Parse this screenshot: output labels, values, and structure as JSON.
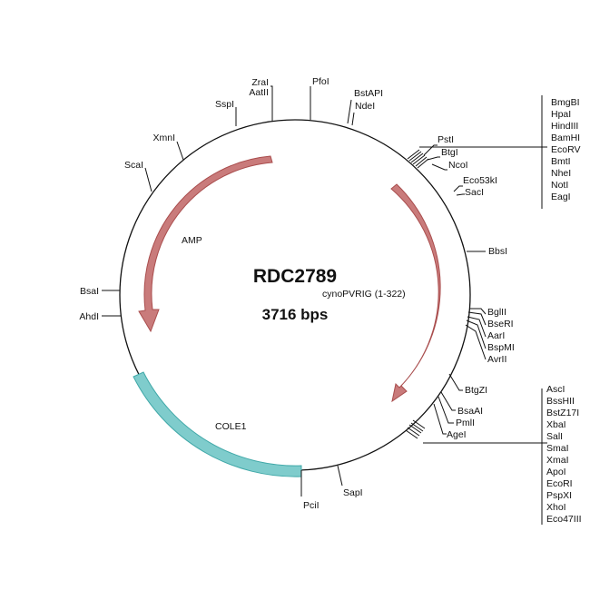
{
  "title": "RDC2789",
  "subtitle": "3716 bps",
  "colors": {
    "backbone": "#111111",
    "feature_arrow_fill": "#c97b7b",
    "feature_arrow_stroke": "#a94d4d",
    "ori_fill": "#7fcccc",
    "ori_stroke": "#40a8a8"
  },
  "features": [
    {
      "name": "AMP",
      "type": "arrow"
    },
    {
      "name": "cynoPVRIG (1-322)",
      "type": "arrow"
    },
    {
      "name": "COLE1",
      "type": "segment"
    }
  ],
  "sites": [
    {
      "name": "ZraI"
    },
    {
      "name": "AatII"
    },
    {
      "name": "PfoI"
    },
    {
      "name": "SspI"
    },
    {
      "name": "BstAPI"
    },
    {
      "name": "NdeI"
    },
    {
      "name": "XmnI"
    },
    {
      "name": "PstI"
    },
    {
      "name": "BtgI"
    },
    {
      "name": "NcoI"
    },
    {
      "name": "ScaI"
    },
    {
      "name": "Eco53kI"
    },
    {
      "name": "SacI"
    },
    {
      "name": "BbsI"
    },
    {
      "name": "BsaI"
    },
    {
      "name": "AhdI"
    },
    {
      "name": "BglII"
    },
    {
      "name": "BseRI"
    },
    {
      "name": "AarI"
    },
    {
      "name": "BspMI"
    },
    {
      "name": "AvrII"
    },
    {
      "name": "BtgZI"
    },
    {
      "name": "BsaAI"
    },
    {
      "name": "PmlI"
    },
    {
      "name": "AgeI"
    },
    {
      "name": "SapI"
    },
    {
      "name": "PciI"
    }
  ],
  "cluster_top": [
    "BmgBI",
    "HpaI",
    "HindIII",
    "BamHI",
    "EcoRV",
    "BmtI",
    "NheI",
    "NotI",
    "EagI"
  ],
  "cluster_bottom": [
    "AscI",
    "BssHII",
    "BstZ17I",
    "XbaI",
    "SalI",
    "SmaI",
    "XmaI",
    "ApoI",
    "EcoRI",
    "PspXI",
    "XhoI",
    "Eco47III"
  ]
}
